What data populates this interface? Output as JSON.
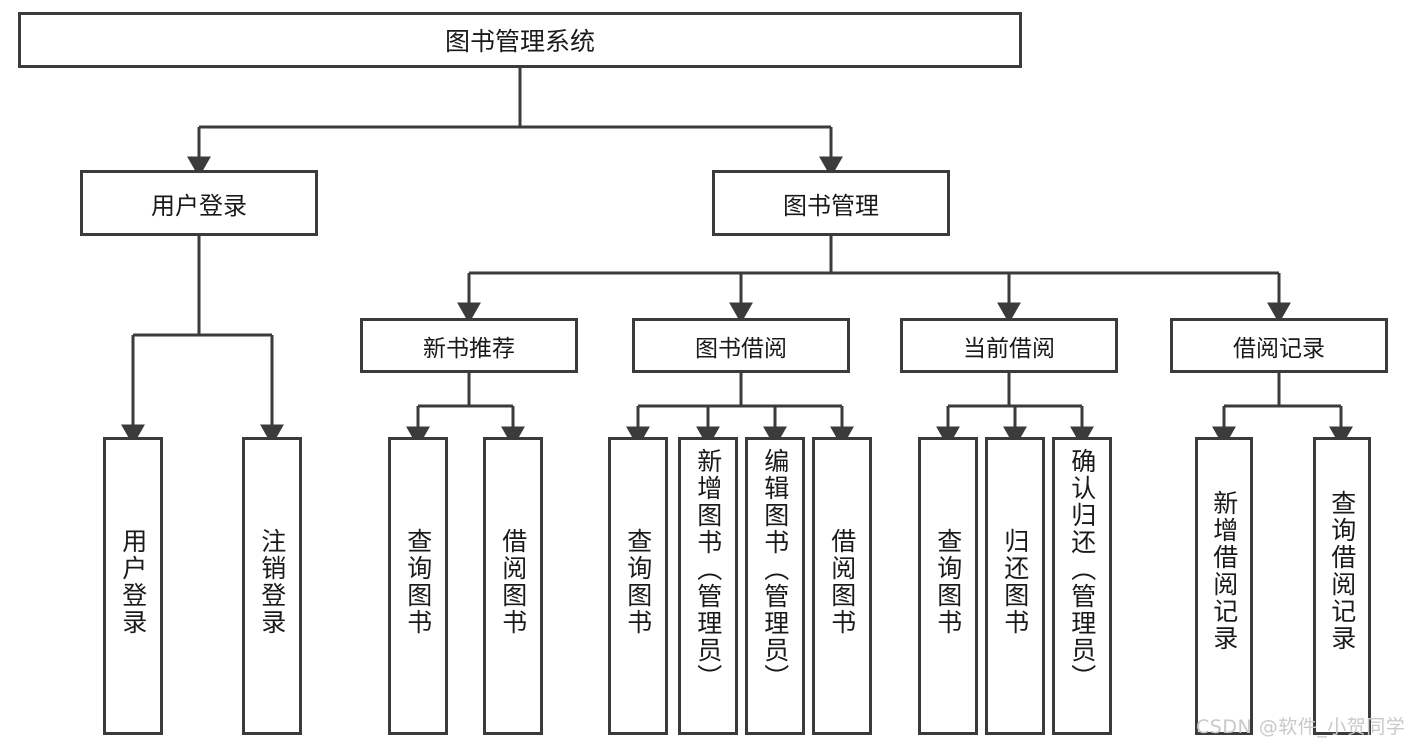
{
  "diagram": {
    "type": "hierarchy-tree",
    "title": "图书管理系统",
    "line_color": "#3b3b3b",
    "box_fill": "#ffffff",
    "text_color": "#1a1a1a",
    "root": {
      "label": "图书管理系统"
    },
    "level1": [
      {
        "label": "用户登录"
      },
      {
        "label": "图书管理"
      }
    ],
    "level2": [
      {
        "label": "新书推荐"
      },
      {
        "label": "图书借阅"
      },
      {
        "label": "当前借阅"
      },
      {
        "label": "借阅记录"
      }
    ],
    "leaves": {
      "user_login": [
        {
          "label": "用户登录"
        },
        {
          "label": "注销登录"
        }
      ],
      "new_book_recommend": [
        {
          "label": "查询图书"
        },
        {
          "label": "借阅图书"
        }
      ],
      "book_borrow": [
        {
          "label": "查询图书"
        },
        {
          "label": "新增图书（管理员）"
        },
        {
          "label": "编辑图书（管理员）"
        },
        {
          "label": "借阅图书"
        }
      ],
      "current_borrow": [
        {
          "label": "查询图书"
        },
        {
          "label": "归还图书"
        },
        {
          "label": "确认归还（管理员）"
        }
      ],
      "borrow_record": [
        {
          "label": "新增借阅记录"
        },
        {
          "label": "查询借阅记录"
        }
      ]
    }
  },
  "watermark": {
    "text": "CSDN @软件_小贺同学"
  }
}
